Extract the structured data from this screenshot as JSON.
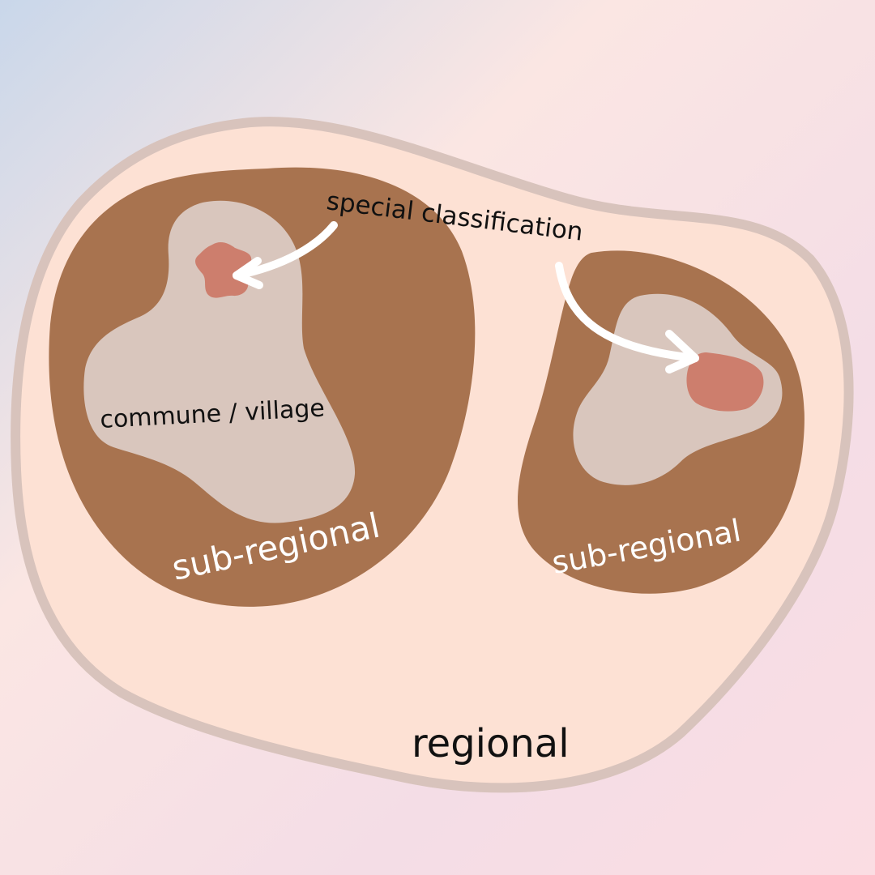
{
  "labels": {
    "regional": "regional",
    "sub_regional_left": "sub-regional",
    "sub_regional_right": "sub-regional",
    "commune_village": "commune / village",
    "special_classification": "special classification"
  },
  "colors": {
    "background_top_left": "#c9d7ea",
    "background_top_right": "#fde4e4",
    "background_bottom": "#f8dde4",
    "regional_fill": "#fde1d4",
    "regional_outline": "#d8c3bc",
    "sub_regional_fill": "#a8734f",
    "commune_fill": "#d9c6bd",
    "special_fill": "#cd7e6d",
    "arrow": "#ffffff",
    "text_dark": "#111111",
    "text_light": "#ffffff"
  }
}
